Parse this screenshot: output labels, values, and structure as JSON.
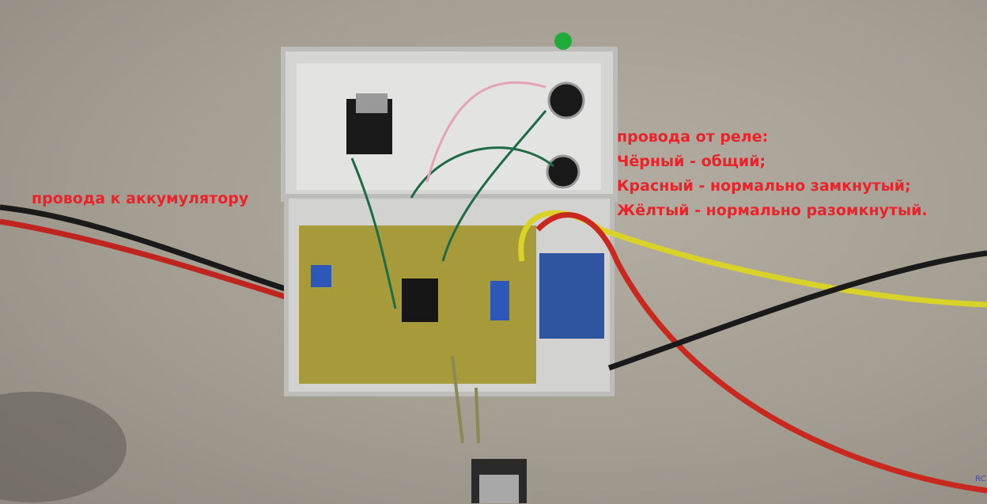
{
  "annotations": {
    "battery_wires": "провода к аккумулятору",
    "relay_wires": {
      "title": "провода от реле:",
      "lines": [
        "Чёрный - общий;",
        "Красный - нормально замкнутый;",
        "Жёлтый - нормально разомкнутый."
      ]
    }
  },
  "watermark": "RC",
  "colors": {
    "annotation_text": "#e8232a",
    "pcb": "#a79a3a",
    "enclosure": "#d8d8d6",
    "relay": "#2f55a0"
  }
}
